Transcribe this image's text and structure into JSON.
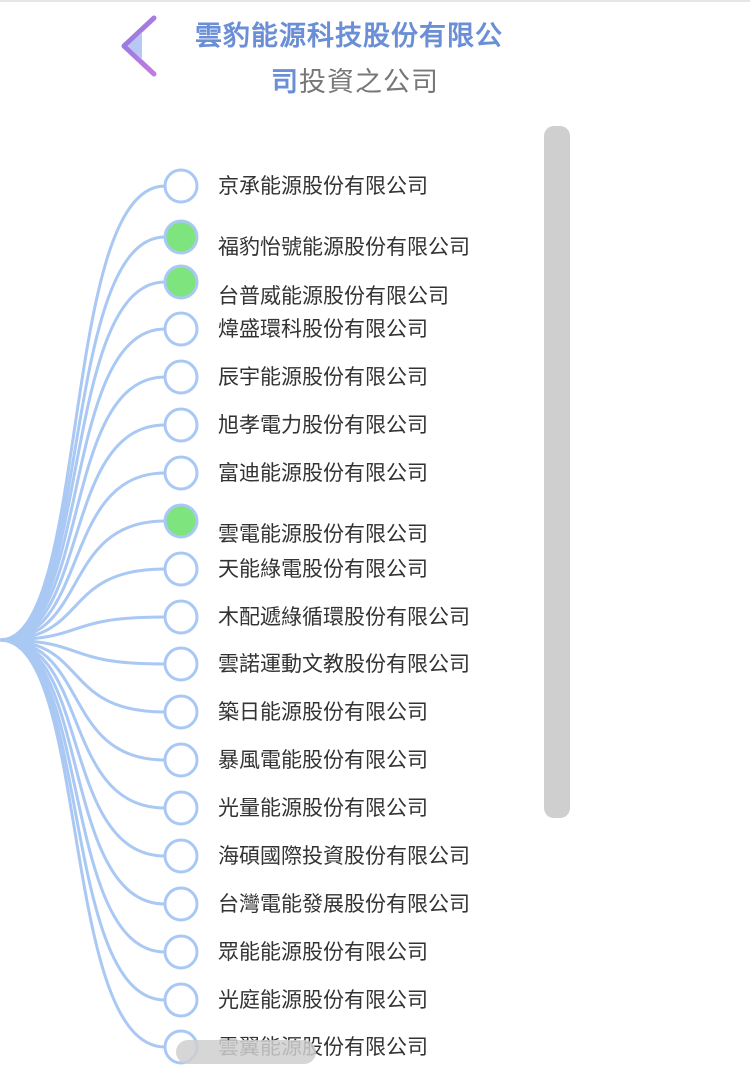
{
  "header": {
    "title_part1": "雲豹能源科技股份有限公",
    "title_part2": "司",
    "title_part3": "投資之公司",
    "back_icon": "chevron-left-icon"
  },
  "colors": {
    "accent": "#6b8fd6",
    "line": "#a9c8f3",
    "node_border": "#a9c8f3",
    "node_filled": "#7ee47e"
  },
  "companies": [
    {
      "name": "京承能源股份有限公司",
      "filled": false
    },
    {
      "name": "福豹怡號能源股份有限公司",
      "filled": true
    },
    {
      "name": "台普威能源股份有限公司",
      "filled": true
    },
    {
      "name": "煒盛環科股份有限公司",
      "filled": false
    },
    {
      "name": "辰宇能源股份有限公司",
      "filled": false
    },
    {
      "name": "旭孝電力股份有限公司",
      "filled": false
    },
    {
      "name": "富迪能源股份有限公司",
      "filled": false
    },
    {
      "name": "雲電能源股份有限公司",
      "filled": true
    },
    {
      "name": "天能綠電股份有限公司",
      "filled": false
    },
    {
      "name": "木配遞綠循環股份有限公司",
      "filled": false
    },
    {
      "name": "雲諾運動文教股份有限公司",
      "filled": false
    },
    {
      "name": "築日能源股份有限公司",
      "filled": false
    },
    {
      "name": "暴風電能股份有限公司",
      "filled": false
    },
    {
      "name": "光量能源股份有限公司",
      "filled": false
    },
    {
      "name": "海碩國際投資股份有限公司",
      "filled": false
    },
    {
      "name": "台灣電能發展股份有限公司",
      "filled": false
    },
    {
      "name": "眾能能源股份有限公司",
      "filled": false
    },
    {
      "name": "光庭能源股份有限公司",
      "filled": false
    },
    {
      "name": "雲翼能源股份有限公司",
      "filled": false
    }
  ]
}
